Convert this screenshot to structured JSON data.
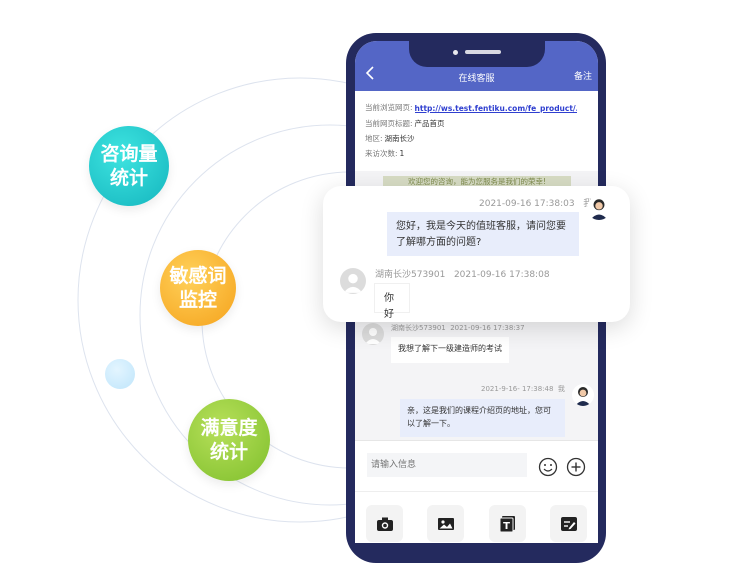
{
  "features": [
    {
      "line1": "咨询量",
      "line2": "统计"
    },
    {
      "line1": "敏感词",
      "line2": "监控"
    },
    {
      "line1": "满意度",
      "line2": "统计"
    }
  ],
  "header": {
    "title": "在线客服",
    "note": "备注"
  },
  "info": {
    "url_label": "当前浏览网页:",
    "url_value": "http://ws.test.fentiku.com/fe_product/...",
    "page_title_label": "当前网页标题:",
    "page_title_value": "产品首页",
    "region_label": "地区:",
    "region_value": "湖南长沙",
    "visits_label": "来访次数:",
    "visits_value": "1"
  },
  "welcome": "欢迎您的咨询，能为您服务是我们的荣幸!",
  "card": {
    "agent_time": "2021-09-16 17:38:03",
    "agent_name": "我",
    "agent_msg": "您好，我是今天的值班客服，请问您要了解哪方面的问题?",
    "user_name": "湖南长沙573901",
    "user_time": "2021-09-16 17:38:08",
    "user_msg": "你好"
  },
  "messages": {
    "user_name": "湖南长沙573901",
    "user_time": "2021-09-16 17:38:37",
    "user_msg": "我想了解下一级建造师的考试",
    "agent_time": "2021-9-16- 17:38:48",
    "agent_name": "我",
    "agent_msg": "亲，这是我们的课程介绍页的地址，您可以了解一下。"
  },
  "input": {
    "placeholder": "请输入信息"
  }
}
